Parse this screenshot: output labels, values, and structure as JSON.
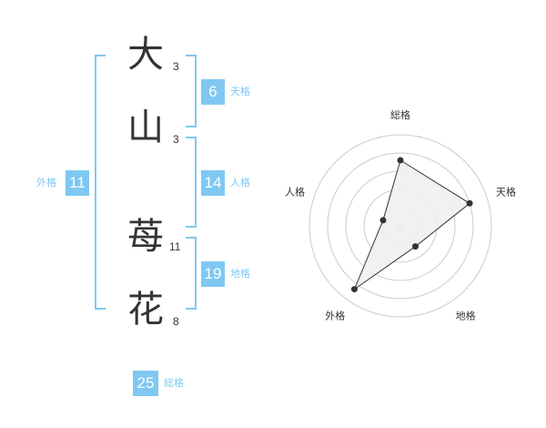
{
  "name_chars": [
    {
      "char": "大",
      "strokes": "3"
    },
    {
      "char": "山",
      "strokes": "3"
    },
    {
      "char": "苺",
      "strokes": "11"
    },
    {
      "char": "花",
      "strokes": "8"
    }
  ],
  "kaku": {
    "tenkaku": {
      "value": "6",
      "label": "天格"
    },
    "jinkaku": {
      "value": "14",
      "label": "人格"
    },
    "chikaku": {
      "value": "19",
      "label": "地格"
    },
    "gaikaku": {
      "value": "11",
      "label": "外格"
    },
    "soukaku": {
      "value": "25",
      "label": "総格"
    }
  },
  "colors": {
    "accent": "#7fc8f2",
    "text": "#333333",
    "ring": "#cccccc",
    "polygon_fill": "#f0f0f0"
  },
  "chart_data": {
    "type": "radar",
    "axes": [
      "総格",
      "天格",
      "地格",
      "外格",
      "人格"
    ],
    "values": [
      3.6,
      4.0,
      1.4,
      4.3,
      1.0
    ],
    "max": 5
  }
}
